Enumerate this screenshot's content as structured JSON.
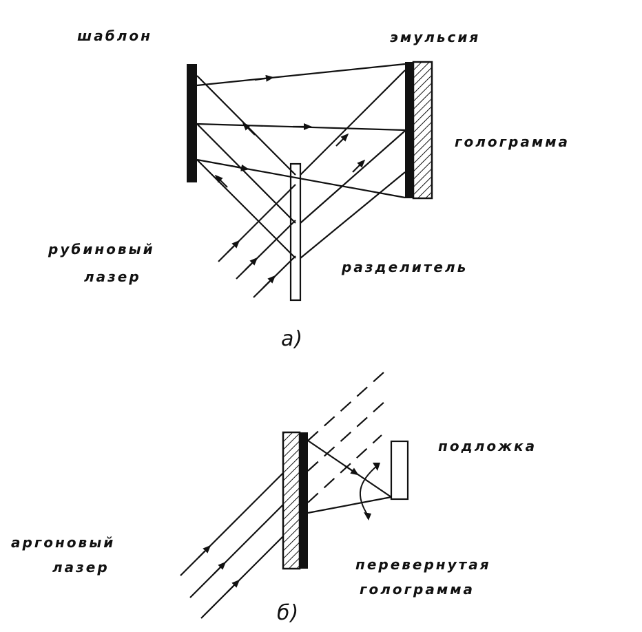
{
  "labels": {
    "template": "шаблон",
    "emulsion": "эмульсия",
    "hologram": "голограмма",
    "ruby_laser_l1": "рубиновый",
    "ruby_laser_l2": "лазер",
    "splitter": "разделитель",
    "sub_a": "а)",
    "substrate": "подложка",
    "argon_laser_l1": "аргоновый",
    "argon_laser_l2": "лазер",
    "flipped_l1": "перевернутая",
    "flipped_l2": "голограмма",
    "sub_b": "б)"
  },
  "colors": {
    "ink": "#111111",
    "paper": "#ffffff"
  }
}
